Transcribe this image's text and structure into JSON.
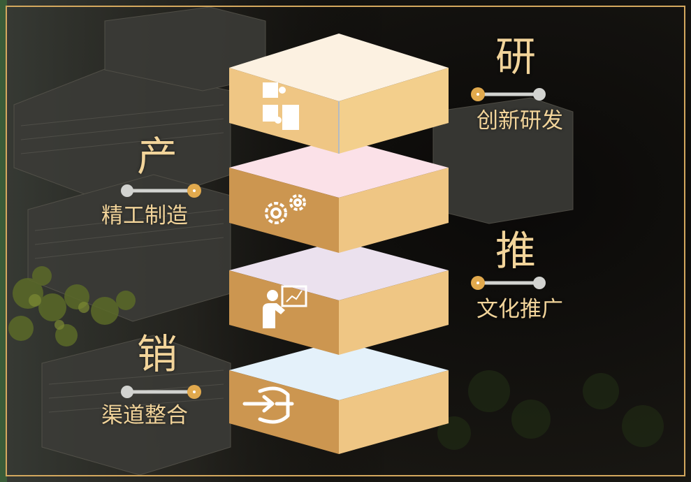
{
  "colors": {
    "gold_light": "#f2d49a",
    "gold_dark": "#c9924e",
    "frame": "#d4a85e",
    "connector_grey": "#d2d3d0"
  },
  "stages": [
    {
      "key": "research",
      "title": "研",
      "subtitle": "创新研发",
      "icon": "puzzle-icon",
      "top_color": "#fcf1e1"
    },
    {
      "key": "production",
      "title": "产",
      "subtitle": "精工制造",
      "icon": "gears-icon",
      "top_color": "#fbe1e8"
    },
    {
      "key": "promotion",
      "title": "推",
      "subtitle": "文化推广",
      "icon": "presentation-icon",
      "top_color": "#ebe1ee"
    },
    {
      "key": "sales",
      "title": "销",
      "subtitle": "渠道整合",
      "icon": "channel-exchange-icon",
      "top_color": "#e4f1fa"
    }
  ]
}
